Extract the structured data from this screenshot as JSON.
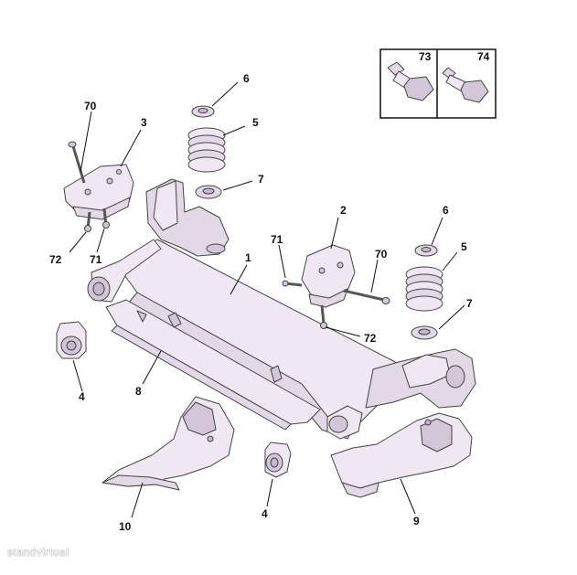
{
  "labels": {
    "l1": "1",
    "l2": "2",
    "l3": "3",
    "l4a": "4",
    "l4b": "4",
    "l5a": "5",
    "l5b": "5",
    "l6a": "6",
    "l6b": "6",
    "l7a": "7",
    "l7b": "7",
    "l8": "8",
    "l9": "9",
    "l10": "10",
    "l70a": "70",
    "l70b": "70",
    "l71a": "71",
    "l71b": "71",
    "l72a": "72",
    "l72b": "72",
    "l73": "73",
    "l74": "74"
  },
  "watermark": "standvirtual",
  "colors": {
    "part_fill": "#e6dcea",
    "part_stroke": "#444444",
    "lines": "#111111"
  }
}
